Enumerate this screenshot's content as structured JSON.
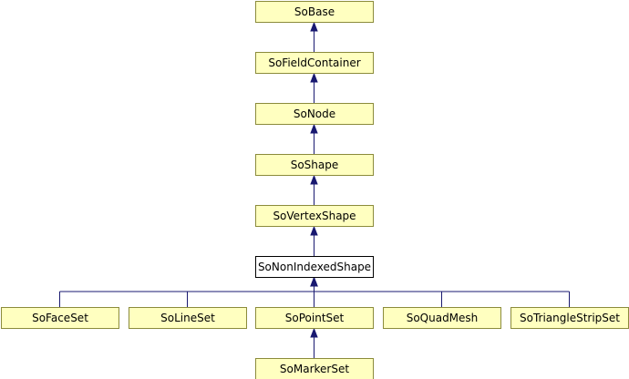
{
  "diagram": {
    "colors": {
      "node_fill": "#ffffc0",
      "current_node_fill": "#ffffff",
      "edge": "#191970"
    },
    "nodes": [
      {
        "id": "SoBase",
        "label": "SoBase"
      },
      {
        "id": "SoFieldContainer",
        "label": "SoFieldContainer"
      },
      {
        "id": "SoNode",
        "label": "SoNode"
      },
      {
        "id": "SoShape",
        "label": "SoShape"
      },
      {
        "id": "SoVertexShape",
        "label": "SoVertexShape"
      },
      {
        "id": "SoNonIndexedShape",
        "label": "SoNonIndexedShape",
        "current": true
      },
      {
        "id": "SoFaceSet",
        "label": "SoFaceSet"
      },
      {
        "id": "SoLineSet",
        "label": "SoLineSet"
      },
      {
        "id": "SoPointSet",
        "label": "SoPointSet"
      },
      {
        "id": "SoQuadMesh",
        "label": "SoQuadMesh"
      },
      {
        "id": "SoTriangleStripSet",
        "label": "SoTriangleStripSet"
      },
      {
        "id": "SoMarkerSet",
        "label": "SoMarkerSet"
      }
    ],
    "edges": [
      {
        "from": "SoFieldContainer",
        "to": "SoBase"
      },
      {
        "from": "SoNode",
        "to": "SoFieldContainer"
      },
      {
        "from": "SoShape",
        "to": "SoNode"
      },
      {
        "from": "SoVertexShape",
        "to": "SoShape"
      },
      {
        "from": "SoNonIndexedShape",
        "to": "SoVertexShape"
      },
      {
        "from": "SoFaceSet",
        "to": "SoNonIndexedShape"
      },
      {
        "from": "SoLineSet",
        "to": "SoNonIndexedShape"
      },
      {
        "from": "SoPointSet",
        "to": "SoNonIndexedShape"
      },
      {
        "from": "SoQuadMesh",
        "to": "SoNonIndexedShape"
      },
      {
        "from": "SoTriangleStripSet",
        "to": "SoNonIndexedShape"
      },
      {
        "from": "SoMarkerSet",
        "to": "SoPointSet"
      }
    ]
  }
}
